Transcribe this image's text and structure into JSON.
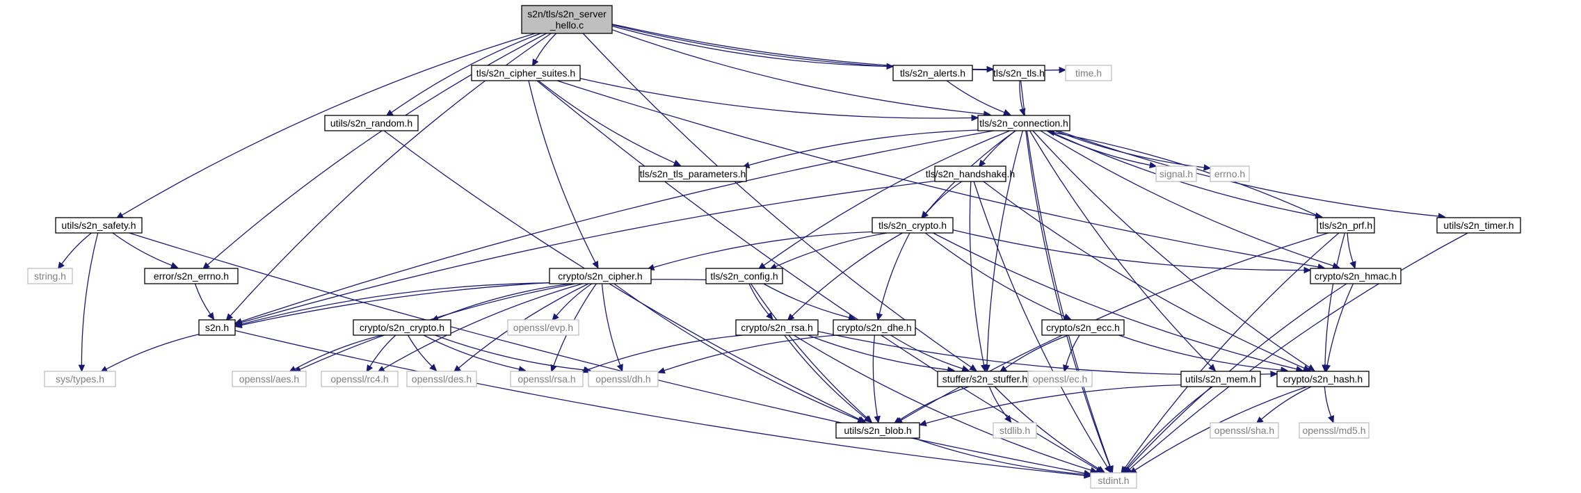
{
  "graph": {
    "colors": {
      "edge": "#191970",
      "root_fill": "#bfbfbf",
      "node_border": "#000000",
      "system_border": "#bfbfbf",
      "system_text": "#7f7f7f"
    },
    "nodes": [
      {
        "id": "root",
        "lines": [
          "s2n/tls/s2n_server",
          "_hello.c"
        ],
        "kind": "root"
      },
      {
        "id": "cipher_suites",
        "lines": [
          "tls/s2n_cipher_suites.h"
        ],
        "kind": "header"
      },
      {
        "id": "alerts",
        "lines": [
          "tls/s2n_alerts.h"
        ],
        "kind": "header"
      },
      {
        "id": "tls",
        "lines": [
          "tls/s2n_tls.h"
        ],
        "kind": "header"
      },
      {
        "id": "time",
        "lines": [
          "time.h"
        ],
        "kind": "system"
      },
      {
        "id": "random",
        "lines": [
          "utils/s2n_random.h"
        ],
        "kind": "header"
      },
      {
        "id": "connection",
        "lines": [
          "tls/s2n_connection.h"
        ],
        "kind": "header"
      },
      {
        "id": "tls_params",
        "lines": [
          "tls/s2n_tls_parameters.h"
        ],
        "kind": "header"
      },
      {
        "id": "handshake",
        "lines": [
          "tls/s2n_handshake.h"
        ],
        "kind": "header"
      },
      {
        "id": "signal",
        "lines": [
          "signal.h"
        ],
        "kind": "system"
      },
      {
        "id": "errno_sys",
        "lines": [
          "errno.h"
        ],
        "kind": "system"
      },
      {
        "id": "prf",
        "lines": [
          "tls/s2n_prf.h"
        ],
        "kind": "header"
      },
      {
        "id": "timer",
        "lines": [
          "utils/s2n_timer.h"
        ],
        "kind": "header"
      },
      {
        "id": "safety",
        "lines": [
          "utils/s2n_safety.h"
        ],
        "kind": "header"
      },
      {
        "id": "crypto_tls",
        "lines": [
          "tls/s2n_crypto.h"
        ],
        "kind": "header"
      },
      {
        "id": "string",
        "lines": [
          "string.h"
        ],
        "kind": "system"
      },
      {
        "id": "s2n_errno",
        "lines": [
          "error/s2n_errno.h"
        ],
        "kind": "header"
      },
      {
        "id": "cipher",
        "lines": [
          "crypto/s2n_cipher.h"
        ],
        "kind": "header"
      },
      {
        "id": "config",
        "lines": [
          "tls/s2n_config.h"
        ],
        "kind": "header"
      },
      {
        "id": "hmac",
        "lines": [
          "crypto/s2n_hmac.h"
        ],
        "kind": "header"
      },
      {
        "id": "s2n",
        "lines": [
          "s2n.h"
        ],
        "kind": "header"
      },
      {
        "id": "evp",
        "lines": [
          "openssl/evp.h"
        ],
        "kind": "system"
      },
      {
        "id": "crypto_crypto",
        "lines": [
          "crypto/s2n_crypto.h"
        ],
        "kind": "header"
      },
      {
        "id": "rsa",
        "lines": [
          "crypto/s2n_rsa.h"
        ],
        "kind": "header"
      },
      {
        "id": "dhe",
        "lines": [
          "crypto/s2n_dhe.h"
        ],
        "kind": "header"
      },
      {
        "id": "ecc",
        "lines": [
          "crypto/s2n_ecc.h"
        ],
        "kind": "header"
      },
      {
        "id": "systypes",
        "lines": [
          "sys/types.h"
        ],
        "kind": "system"
      },
      {
        "id": "aes",
        "lines": [
          "openssl/aes.h"
        ],
        "kind": "system"
      },
      {
        "id": "rc4",
        "lines": [
          "openssl/rc4.h"
        ],
        "kind": "system"
      },
      {
        "id": "des",
        "lines": [
          "openssl/des.h"
        ],
        "kind": "system"
      },
      {
        "id": "openssl_rsa",
        "lines": [
          "openssl/rsa.h"
        ],
        "kind": "system"
      },
      {
        "id": "openssl_dh",
        "lines": [
          "openssl/dh.h"
        ],
        "kind": "system"
      },
      {
        "id": "stuffer",
        "lines": [
          "stuffer/s2n_stuffer.h"
        ],
        "kind": "header"
      },
      {
        "id": "openssl_ec",
        "lines": [
          "openssl/ec.h"
        ],
        "kind": "system"
      },
      {
        "id": "mem",
        "lines": [
          "utils/s2n_mem.h"
        ],
        "kind": "header"
      },
      {
        "id": "hash",
        "lines": [
          "crypto/s2n_hash.h"
        ],
        "kind": "header"
      },
      {
        "id": "stdlib",
        "lines": [
          "stdlib.h"
        ],
        "kind": "system"
      },
      {
        "id": "blob",
        "lines": [
          "utils/s2n_blob.h"
        ],
        "kind": "header"
      },
      {
        "id": "sha",
        "lines": [
          "openssl/sha.h"
        ],
        "kind": "system"
      },
      {
        "id": "md5",
        "lines": [
          "openssl/md5.h"
        ],
        "kind": "system"
      },
      {
        "id": "stdint",
        "lines": [
          "stdint.h"
        ],
        "kind": "system"
      }
    ],
    "edges": [
      [
        "root",
        "cipher_suites"
      ],
      [
        "root",
        "alerts"
      ],
      [
        "root",
        "tls"
      ],
      [
        "root",
        "time"
      ],
      [
        "root",
        "random"
      ],
      [
        "root",
        "connection"
      ],
      [
        "root",
        "safety"
      ],
      [
        "root",
        "s2n_errno"
      ],
      [
        "root",
        "s2n"
      ],
      [
        "root",
        "stuffer"
      ],
      [
        "cipher_suites",
        "connection"
      ],
      [
        "cipher_suites",
        "tls_params"
      ],
      [
        "cipher_suites",
        "cipher"
      ],
      [
        "cipher_suites",
        "hmac"
      ],
      [
        "cipher_suites",
        "stdint"
      ],
      [
        "alerts",
        "connection"
      ],
      [
        "tls",
        "connection"
      ],
      [
        "tls",
        "stdint"
      ],
      [
        "random",
        "blob"
      ],
      [
        "connection",
        "tls_params"
      ],
      [
        "connection",
        "handshake"
      ],
      [
        "connection",
        "signal"
      ],
      [
        "connection",
        "errno_sys"
      ],
      [
        "connection",
        "prf"
      ],
      [
        "connection",
        "timer"
      ],
      [
        "connection",
        "crypto_tls"
      ],
      [
        "connection",
        "config"
      ],
      [
        "connection",
        "hmac"
      ],
      [
        "connection",
        "hash"
      ],
      [
        "connection",
        "stuffer"
      ],
      [
        "connection",
        "mem"
      ],
      [
        "connection",
        "s2n"
      ],
      [
        "connection",
        "stdint"
      ],
      [
        "handshake",
        "crypto_tls"
      ],
      [
        "handshake",
        "hash"
      ],
      [
        "handshake",
        "stuffer"
      ],
      [
        "handshake",
        "s2n"
      ],
      [
        "handshake",
        "stdint"
      ],
      [
        "prf",
        "connection"
      ],
      [
        "prf",
        "hmac"
      ],
      [
        "prf",
        "hash"
      ],
      [
        "prf",
        "blob"
      ],
      [
        "prf",
        "stdint"
      ],
      [
        "timer",
        "stdint"
      ],
      [
        "safety",
        "string"
      ],
      [
        "safety",
        "systypes"
      ],
      [
        "safety",
        "s2n_errno"
      ],
      [
        "safety",
        "stdint"
      ],
      [
        "crypto_tls",
        "cipher"
      ],
      [
        "crypto_tls",
        "config"
      ],
      [
        "crypto_tls",
        "rsa"
      ],
      [
        "crypto_tls",
        "dhe"
      ],
      [
        "crypto_tls",
        "ecc"
      ],
      [
        "crypto_tls",
        "hmac"
      ],
      [
        "crypto_tls",
        "hash"
      ],
      [
        "s2n_errno",
        "s2n"
      ],
      [
        "cipher",
        "s2n"
      ],
      [
        "cipher",
        "evp"
      ],
      [
        "cipher",
        "crypto_crypto"
      ],
      [
        "cipher",
        "aes"
      ],
      [
        "cipher",
        "rc4"
      ],
      [
        "cipher",
        "des"
      ],
      [
        "cipher",
        "openssl_rsa"
      ],
      [
        "cipher",
        "openssl_dh"
      ],
      [
        "cipher",
        "blob"
      ],
      [
        "config",
        "s2n"
      ],
      [
        "config",
        "rsa"
      ],
      [
        "config",
        "dhe"
      ],
      [
        "config",
        "blob"
      ],
      [
        "hmac",
        "hash"
      ],
      [
        "hmac",
        "stdint"
      ],
      [
        "s2n",
        "systypes"
      ],
      [
        "s2n",
        "stdint"
      ],
      [
        "crypto_crypto",
        "aes"
      ],
      [
        "crypto_crypto",
        "rc4"
      ],
      [
        "crypto_crypto",
        "des"
      ],
      [
        "crypto_crypto",
        "openssl_rsa"
      ],
      [
        "crypto_crypto",
        "openssl_dh"
      ],
      [
        "rsa",
        "openssl_rsa"
      ],
      [
        "rsa",
        "stuffer"
      ],
      [
        "rsa",
        "blob"
      ],
      [
        "rsa",
        "hash"
      ],
      [
        "rsa",
        "stdint"
      ],
      [
        "dhe",
        "openssl_dh"
      ],
      [
        "dhe",
        "stuffer"
      ],
      [
        "dhe",
        "blob"
      ],
      [
        "ecc",
        "stuffer"
      ],
      [
        "ecc",
        "openssl_ec"
      ],
      [
        "ecc",
        "hash"
      ],
      [
        "stuffer",
        "blob"
      ],
      [
        "stuffer",
        "stdlib"
      ],
      [
        "stuffer",
        "stdint"
      ],
      [
        "mem",
        "blob"
      ],
      [
        "mem",
        "stdint"
      ],
      [
        "hash",
        "sha"
      ],
      [
        "hash",
        "md5"
      ],
      [
        "hash",
        "stdint"
      ],
      [
        "blob",
        "stdint"
      ]
    ]
  }
}
